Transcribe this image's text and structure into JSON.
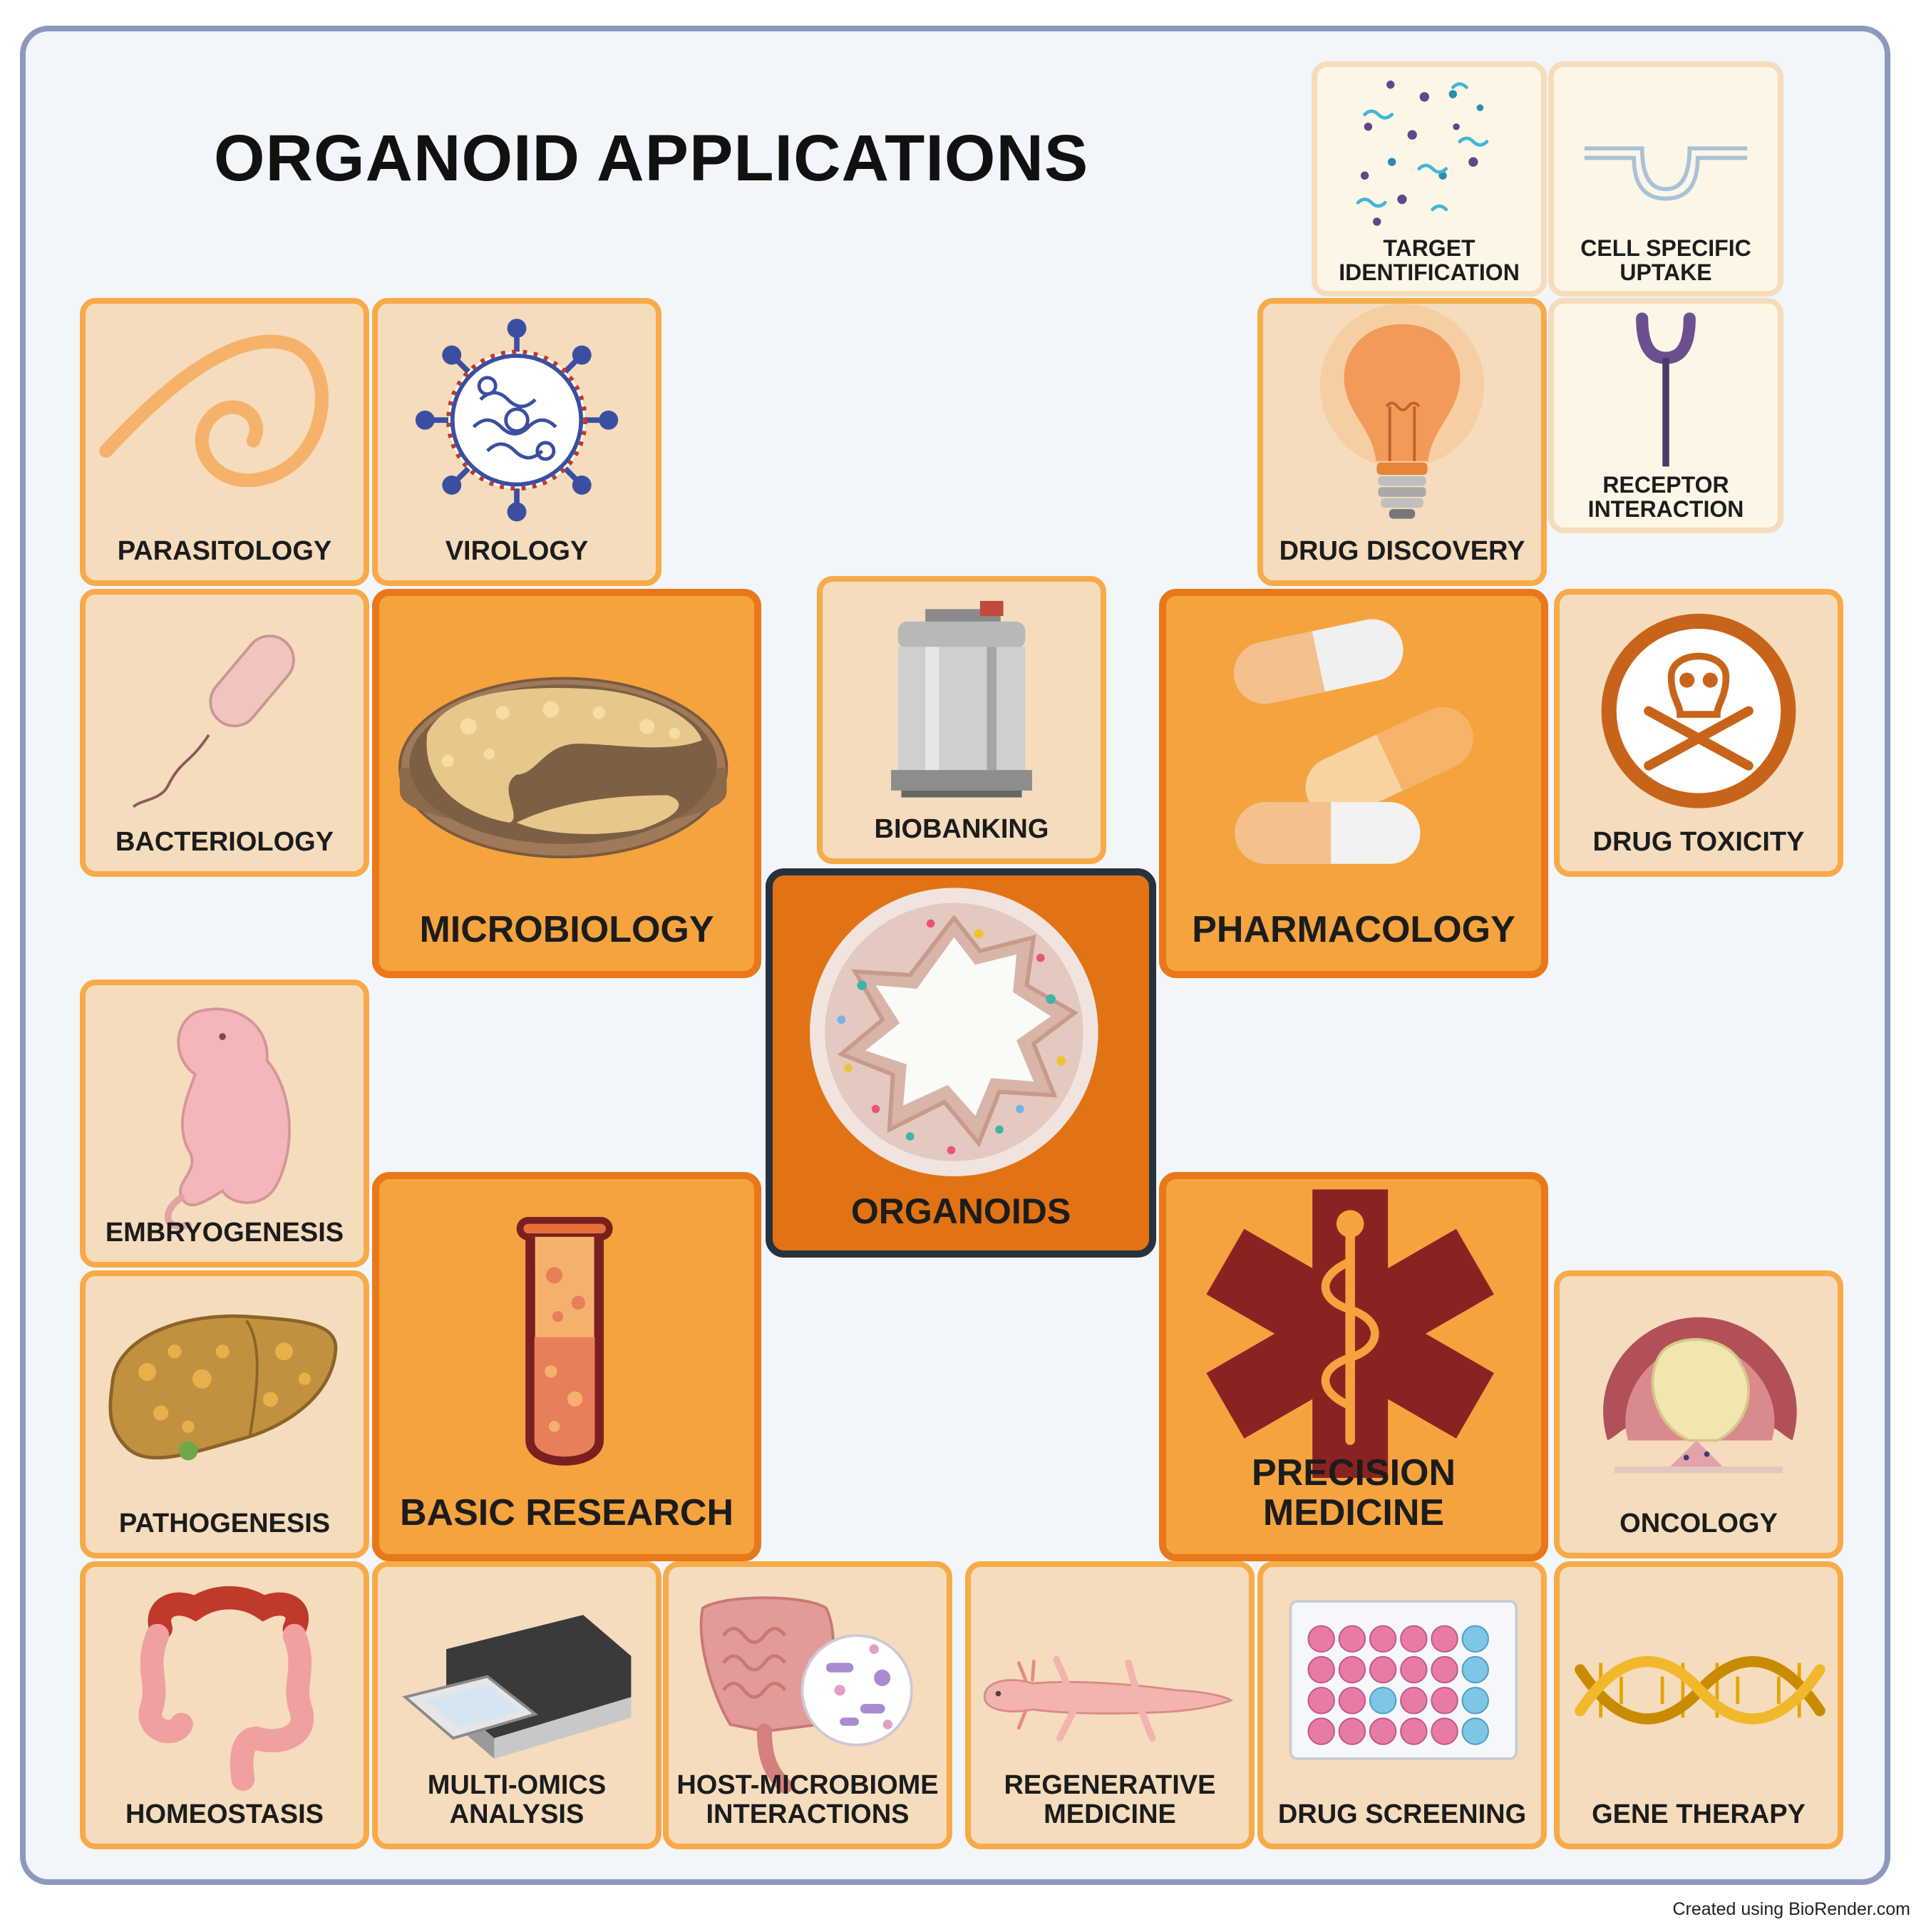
{
  "title": "ORGANOID APPLICATIONS",
  "credit": "Created using BioRender.com",
  "tiles": {
    "target_identification": "TARGET\nIDENTIFICATION",
    "cell_specific_uptake": "CELL SPECIFIC\nUPTAKE",
    "receptor_interaction": "RECEPTOR\nINTERACTION",
    "parasitology": "PARASITOLOGY",
    "virology": "VIROLOGY",
    "drug_discovery": "DRUG DISCOVERY",
    "bacteriology": "BACTERIOLOGY",
    "microbiology": "MICROBIOLOGY",
    "biobanking": "BIOBANKING",
    "pharmacology": "PHARMACOLOGY",
    "drug_toxicity": "DRUG TOXICITY",
    "organoids": "ORGANOIDS",
    "embryogenesis": "EMBRYOGENESIS",
    "pathogenesis": "PATHOGENESIS",
    "basic_research": "BASIC RESEARCH",
    "precision_medicine": "PRECISION MEDICINE",
    "oncology": "ONCOLOGY",
    "homeostasis": "HOMEOSTASIS",
    "multi_omics": "MULTI-OMICS\nANALYSIS",
    "host_microbiome": "HOST-MICROBIOME\nINTERACTIONS",
    "regenerative_medicine": "REGENERATIVE\nMEDICINE",
    "drug_screening": "DRUG SCREENING",
    "gene_therapy": "GENE THERAPY"
  },
  "colors": {
    "tile_fill": "#f5dcbd",
    "tile_border": "#f7aa48",
    "category_fill": "#f5a33e",
    "center_fill": "#e17315",
    "frame_border": "#8d98bf"
  }
}
